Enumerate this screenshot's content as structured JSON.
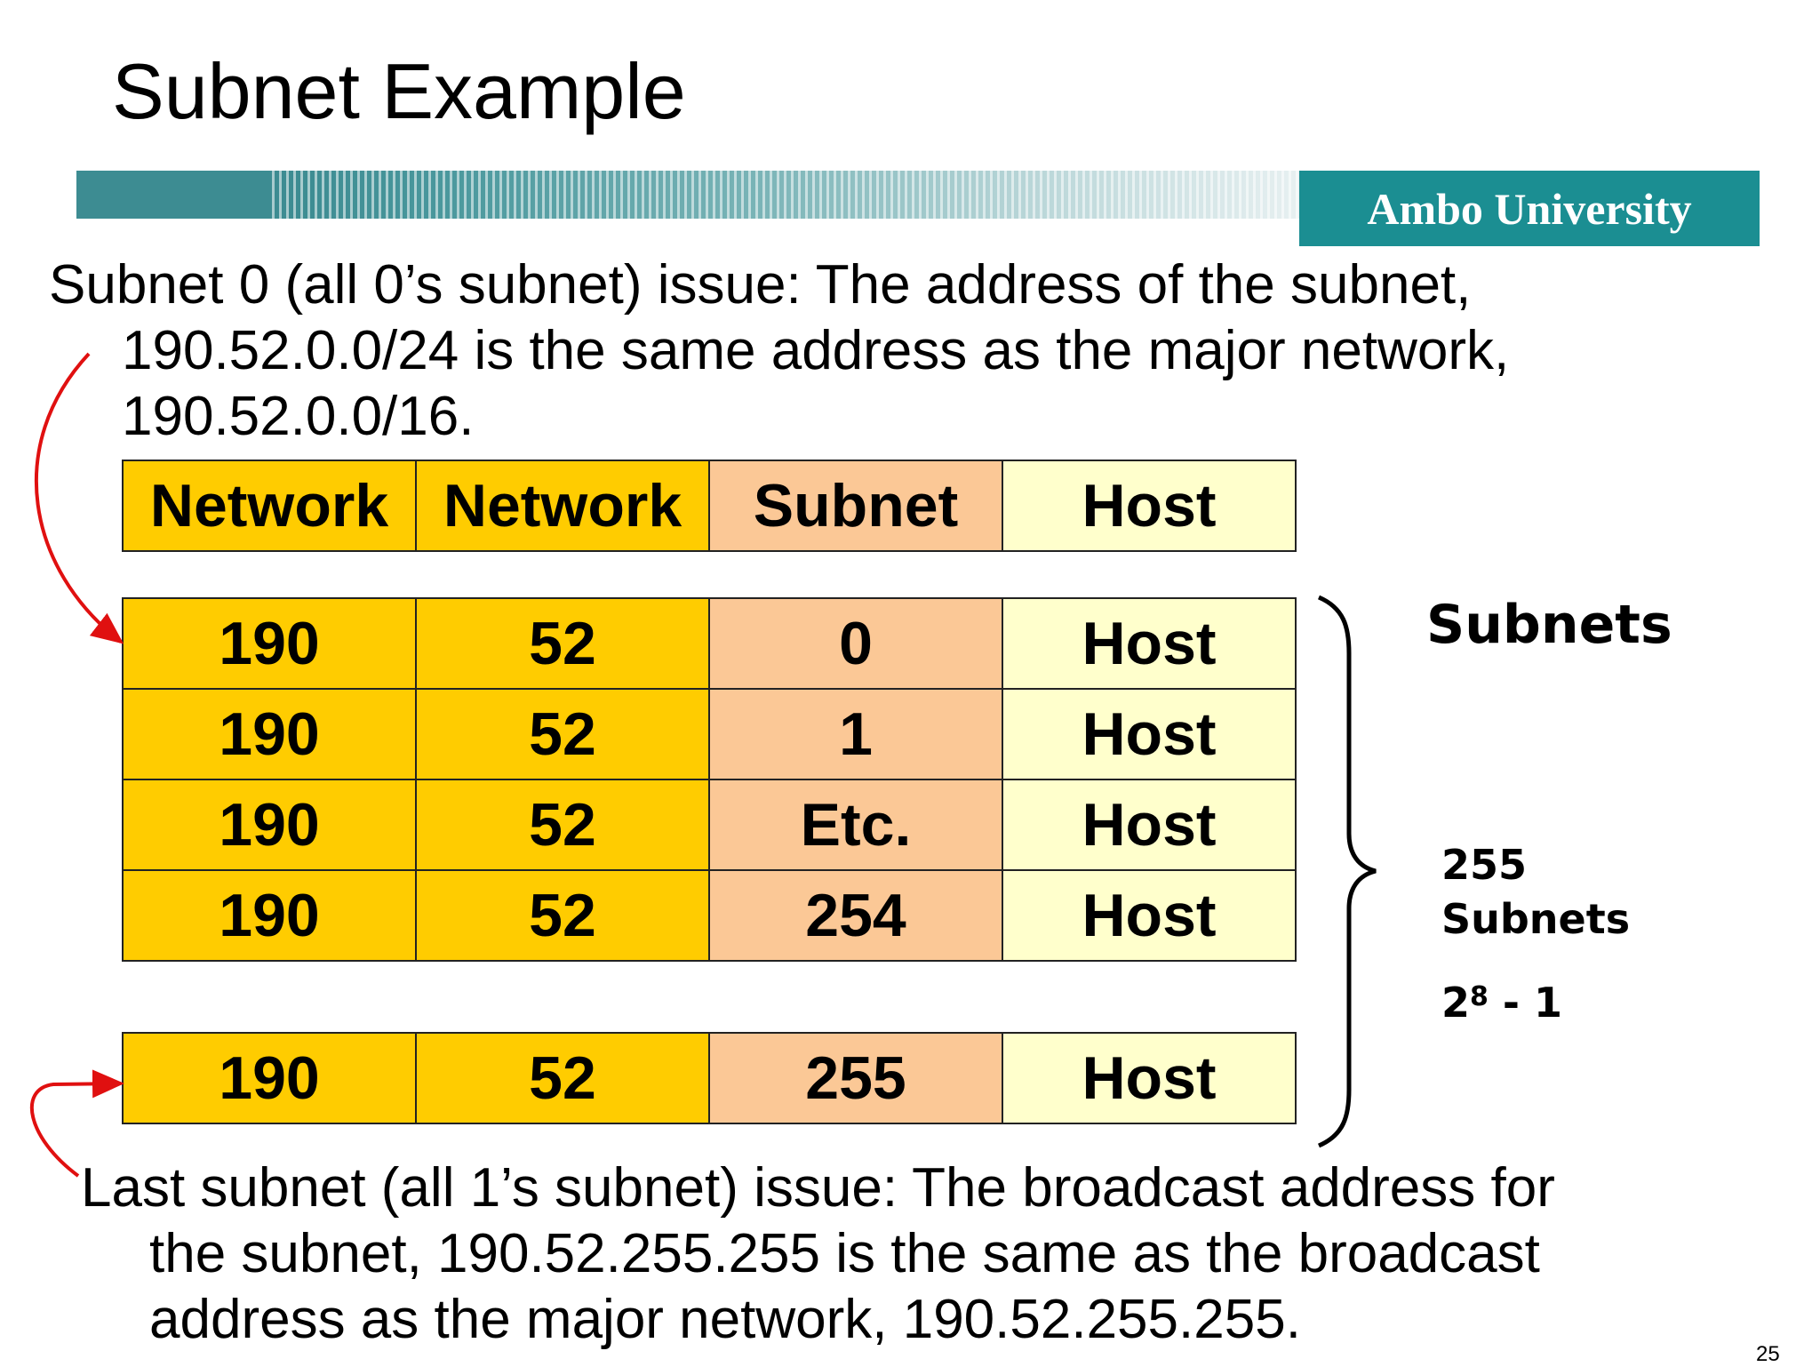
{
  "slide": {
    "title": "Subnet Example",
    "logo_text": "Ambo University",
    "page_number": "25"
  },
  "top_text": {
    "line1": "Subnet 0 (all 0’s subnet) issue:  The address of the subnet,",
    "line2": "190.52.0.0/24 is the same address as the major network,",
    "line3": "190.52.0.0/16."
  },
  "header_row": [
    "Network",
    "Network",
    "Subnet",
    "Host"
  ],
  "subnet_rows": [
    [
      "190",
      "52",
      "0",
      "Host"
    ],
    [
      "190",
      "52",
      "1",
      "Host"
    ],
    [
      "190",
      "52",
      "Etc.",
      "Host"
    ],
    [
      "190",
      "52",
      "254",
      "Host"
    ]
  ],
  "last_row": [
    "190",
    "52",
    "255",
    "Host"
  ],
  "side_labels": {
    "heading": "Subnets",
    "count_number": "255",
    "count_word": "Subnets",
    "formula_base": "2",
    "formula_exp": "8",
    "formula_rest": " - 1"
  },
  "bottom_text": {
    "line1": "Last subnet (all 1’s subnet) issue:  The broadcast address for",
    "line2": "the subnet, 190.52.255.255 is the same as the broadcast",
    "line3": "address as the major network, 190.52.255.255."
  },
  "colors": {
    "network_cell": "#ffcc00",
    "subnet_cell": "#fbc896",
    "host_cell": "#ffffcc",
    "banner_teal": "#1b8e92",
    "arrow_red": "#e01010"
  }
}
